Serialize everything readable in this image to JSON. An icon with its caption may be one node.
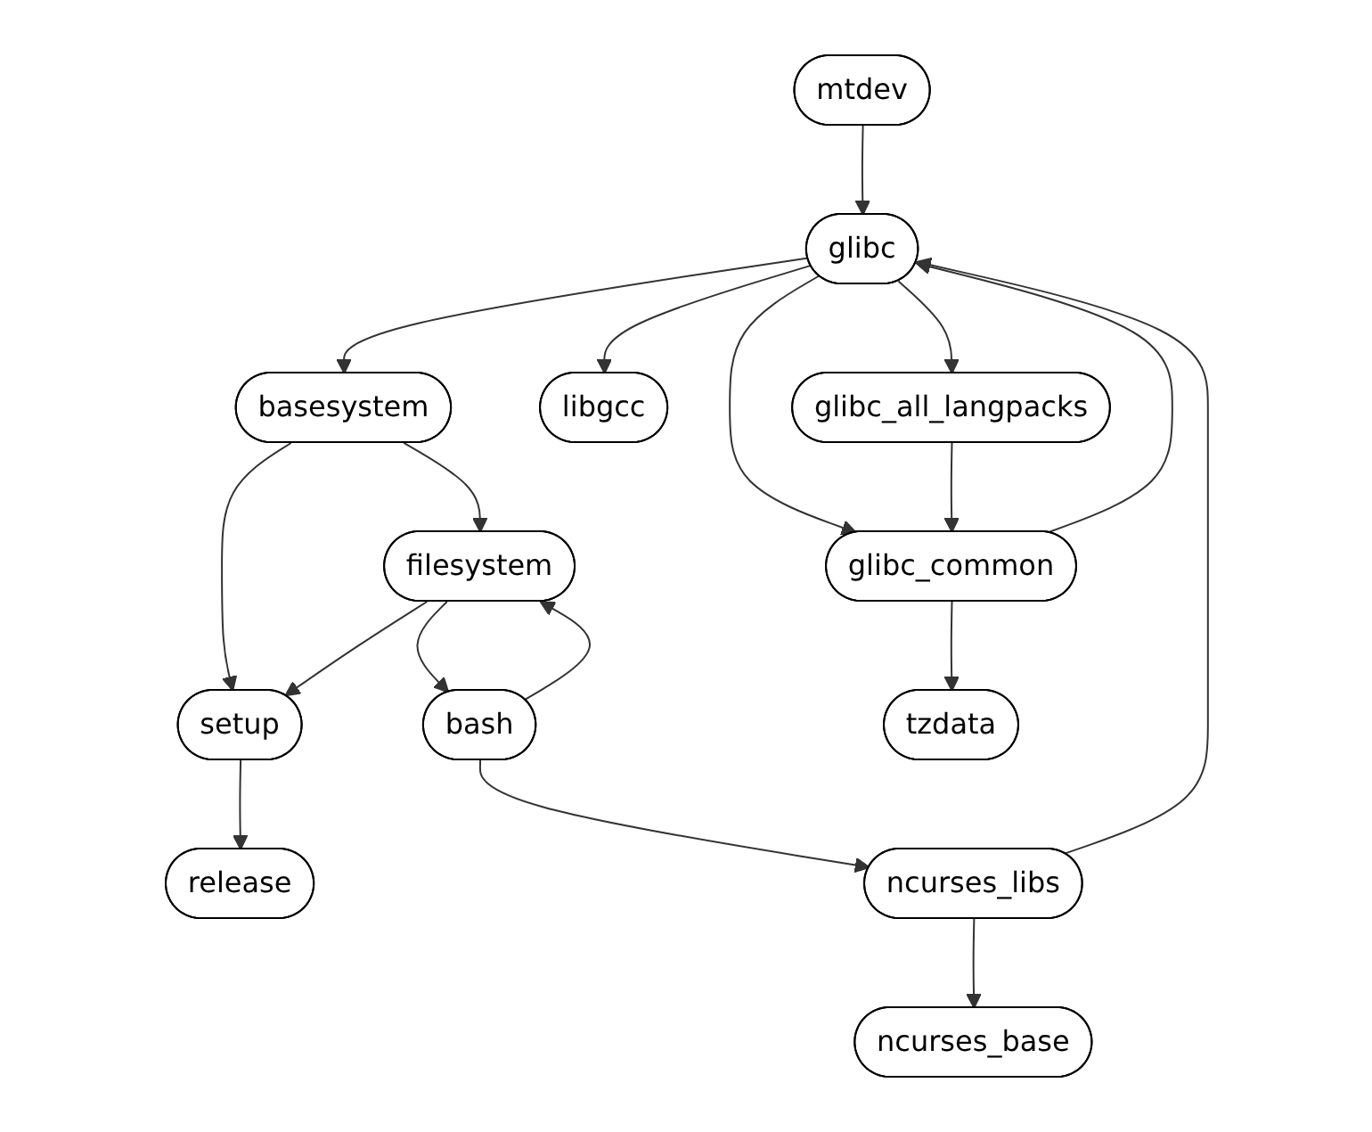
{
  "diagram": {
    "nodes": [
      {
        "text": [
          "mtdev"
        ]
      },
      {
        "text": [
          "glibc"
        ]
      },
      {
        "text": [
          "basesystem"
        ]
      },
      {
        "text": [
          "libgcc"
        ]
      },
      {
        "text": [
          "glibc_all_langpacks"
        ]
      },
      {
        "text": [
          "filesystem"
        ]
      },
      {
        "text": [
          "glibc_common"
        ]
      },
      {
        "text": [
          "setup"
        ]
      },
      {
        "text": [
          "bash"
        ]
      },
      {
        "text": [
          "tzdata"
        ]
      },
      {
        "text": [
          "release"
        ]
      },
      {
        "text": [
          "ncurses_libs"
        ]
      },
      {
        "text": [
          "ncurses_base"
        ]
      }
    ],
    "edges": [
      {
        "from": 0,
        "to": 1,
        "arrow": "to"
      },
      {
        "from": 1,
        "to": 2,
        "arrow": "to"
      },
      {
        "from": 1,
        "to": 3,
        "arrow": "to"
      },
      {
        "from": 1,
        "to": 4,
        "arrow": "to"
      },
      {
        "from": 1,
        "to": 6,
        "arrow": "to"
      },
      {
        "from": 6,
        "to": 1,
        "arrow": "to"
      },
      {
        "from": 4,
        "to": 6,
        "arrow": "to"
      },
      {
        "from": 2,
        "to": 5,
        "arrow": "to"
      },
      {
        "from": 2,
        "to": 7,
        "arrow": "to"
      },
      {
        "from": 5,
        "to": 7,
        "arrow": "to"
      },
      {
        "from": 5,
        "to": 8,
        "arrow": "to"
      },
      {
        "from": 8,
        "to": 5,
        "arrow": "to"
      },
      {
        "from": 6,
        "to": 9,
        "arrow": "to"
      },
      {
        "from": 7,
        "to": 10,
        "arrow": "to"
      },
      {
        "from": 8,
        "to": 11,
        "arrow": "to"
      },
      {
        "from": 11,
        "to": 1,
        "arrow": "to"
      },
      {
        "from": 11,
        "to": 12,
        "arrow": "to"
      }
    ]
  }
}
